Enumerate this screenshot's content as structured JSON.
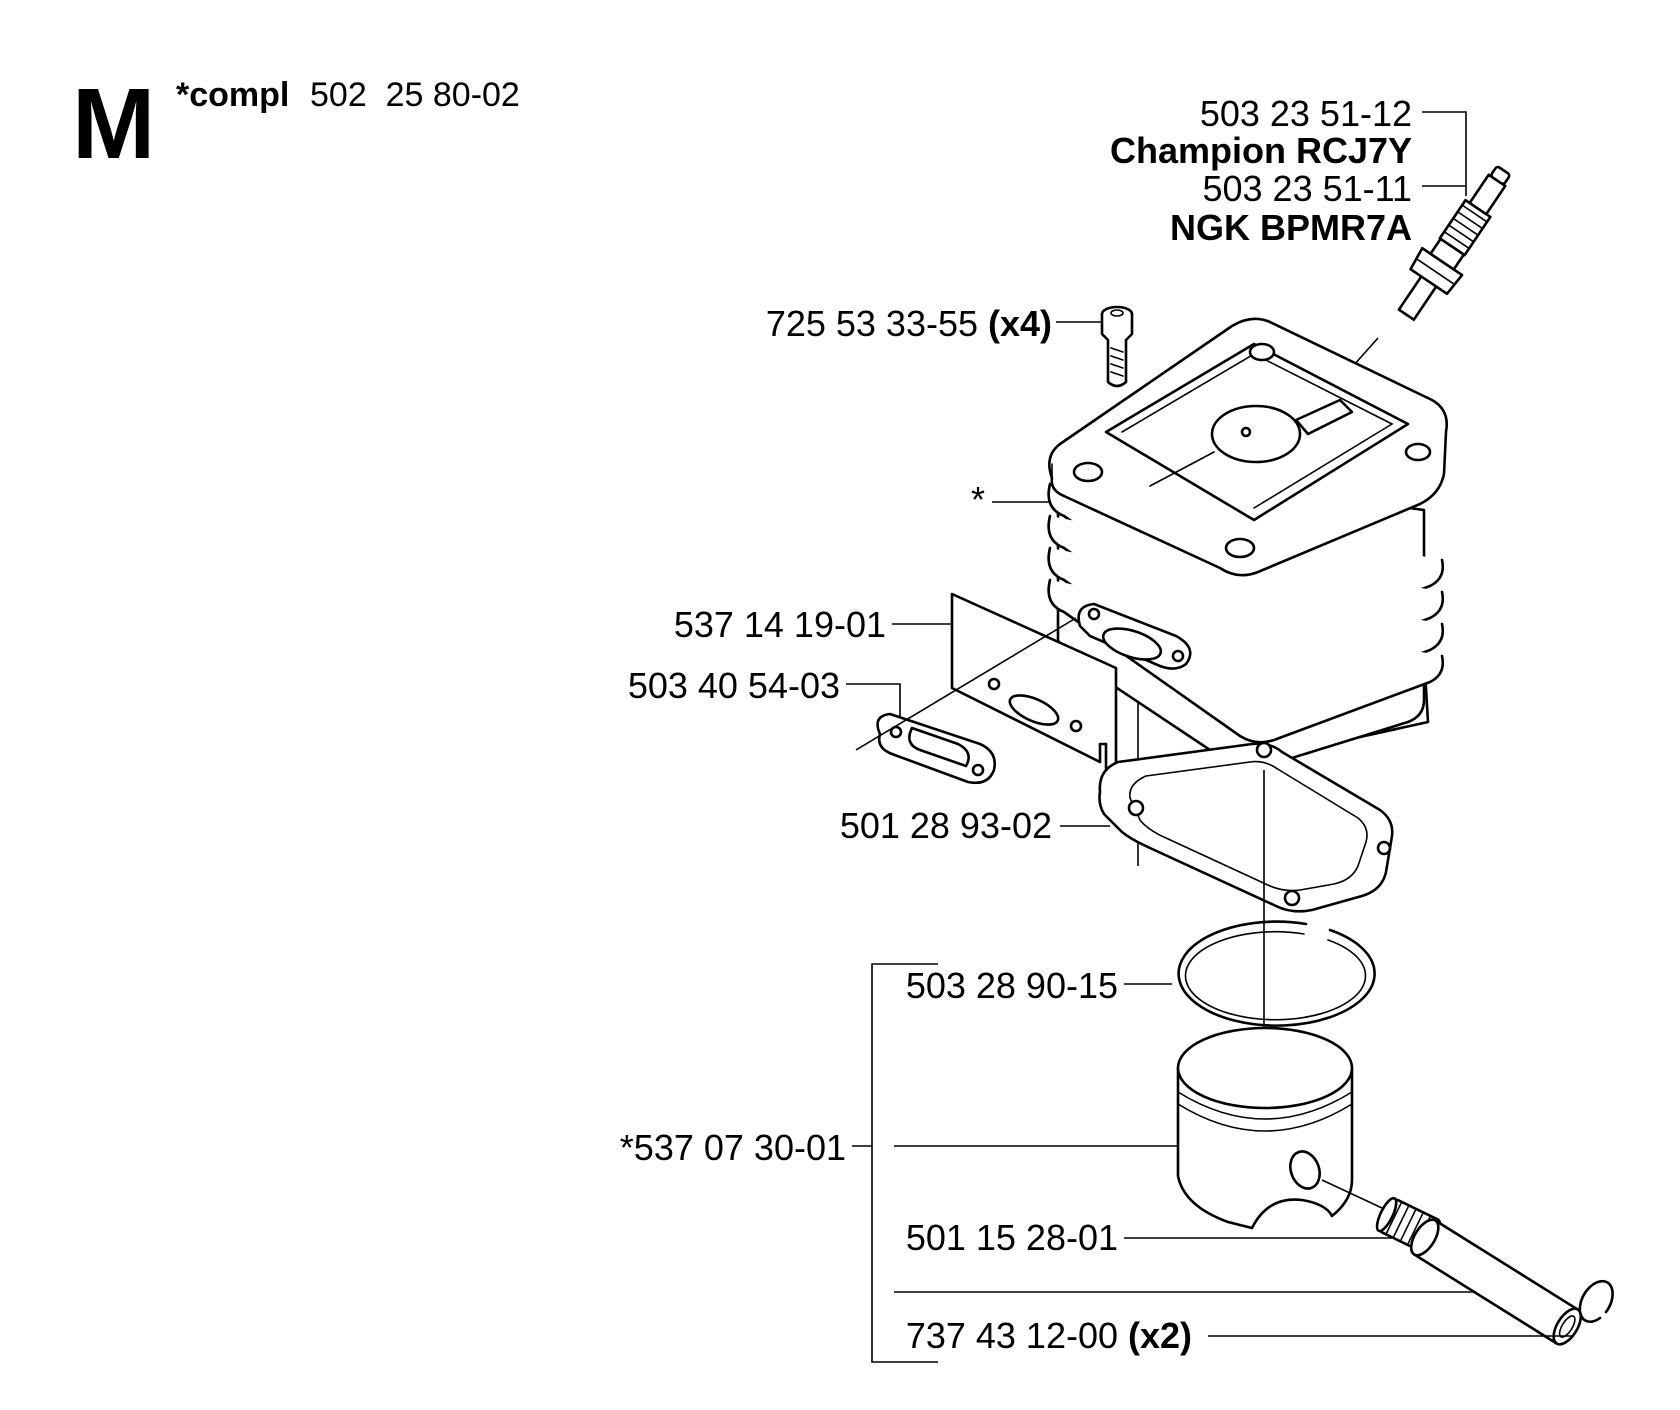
{
  "section": {
    "letter": "M",
    "kit_prefix": "*compl",
    "kit_number": "502  25 80-02"
  },
  "parts": {
    "spark_plug_1": {
      "number": "503 23 51-12",
      "name": "Champion RCJ7Y"
    },
    "spark_plug_2": {
      "number": "503 23 51-11",
      "name": "NGK BPMR7A"
    },
    "screw": {
      "number": "725 53 33-55",
      "qty": "(x4)"
    },
    "cylinder": {
      "mark": "*"
    },
    "plate": {
      "number": "537 14 19-01"
    },
    "muffler_gasket": {
      "number": "503 40 54-03"
    },
    "cylinder_gasket": {
      "number": "501 28 93-02"
    },
    "piston_ring": {
      "number": "503 28 90-15"
    },
    "piston_kit": {
      "number": "*537 07 30-01"
    },
    "needle_bearing": {
      "number": "501 15 28-01"
    },
    "circlip": {
      "number": "737 43 12-00",
      "qty": "(x2)"
    }
  }
}
